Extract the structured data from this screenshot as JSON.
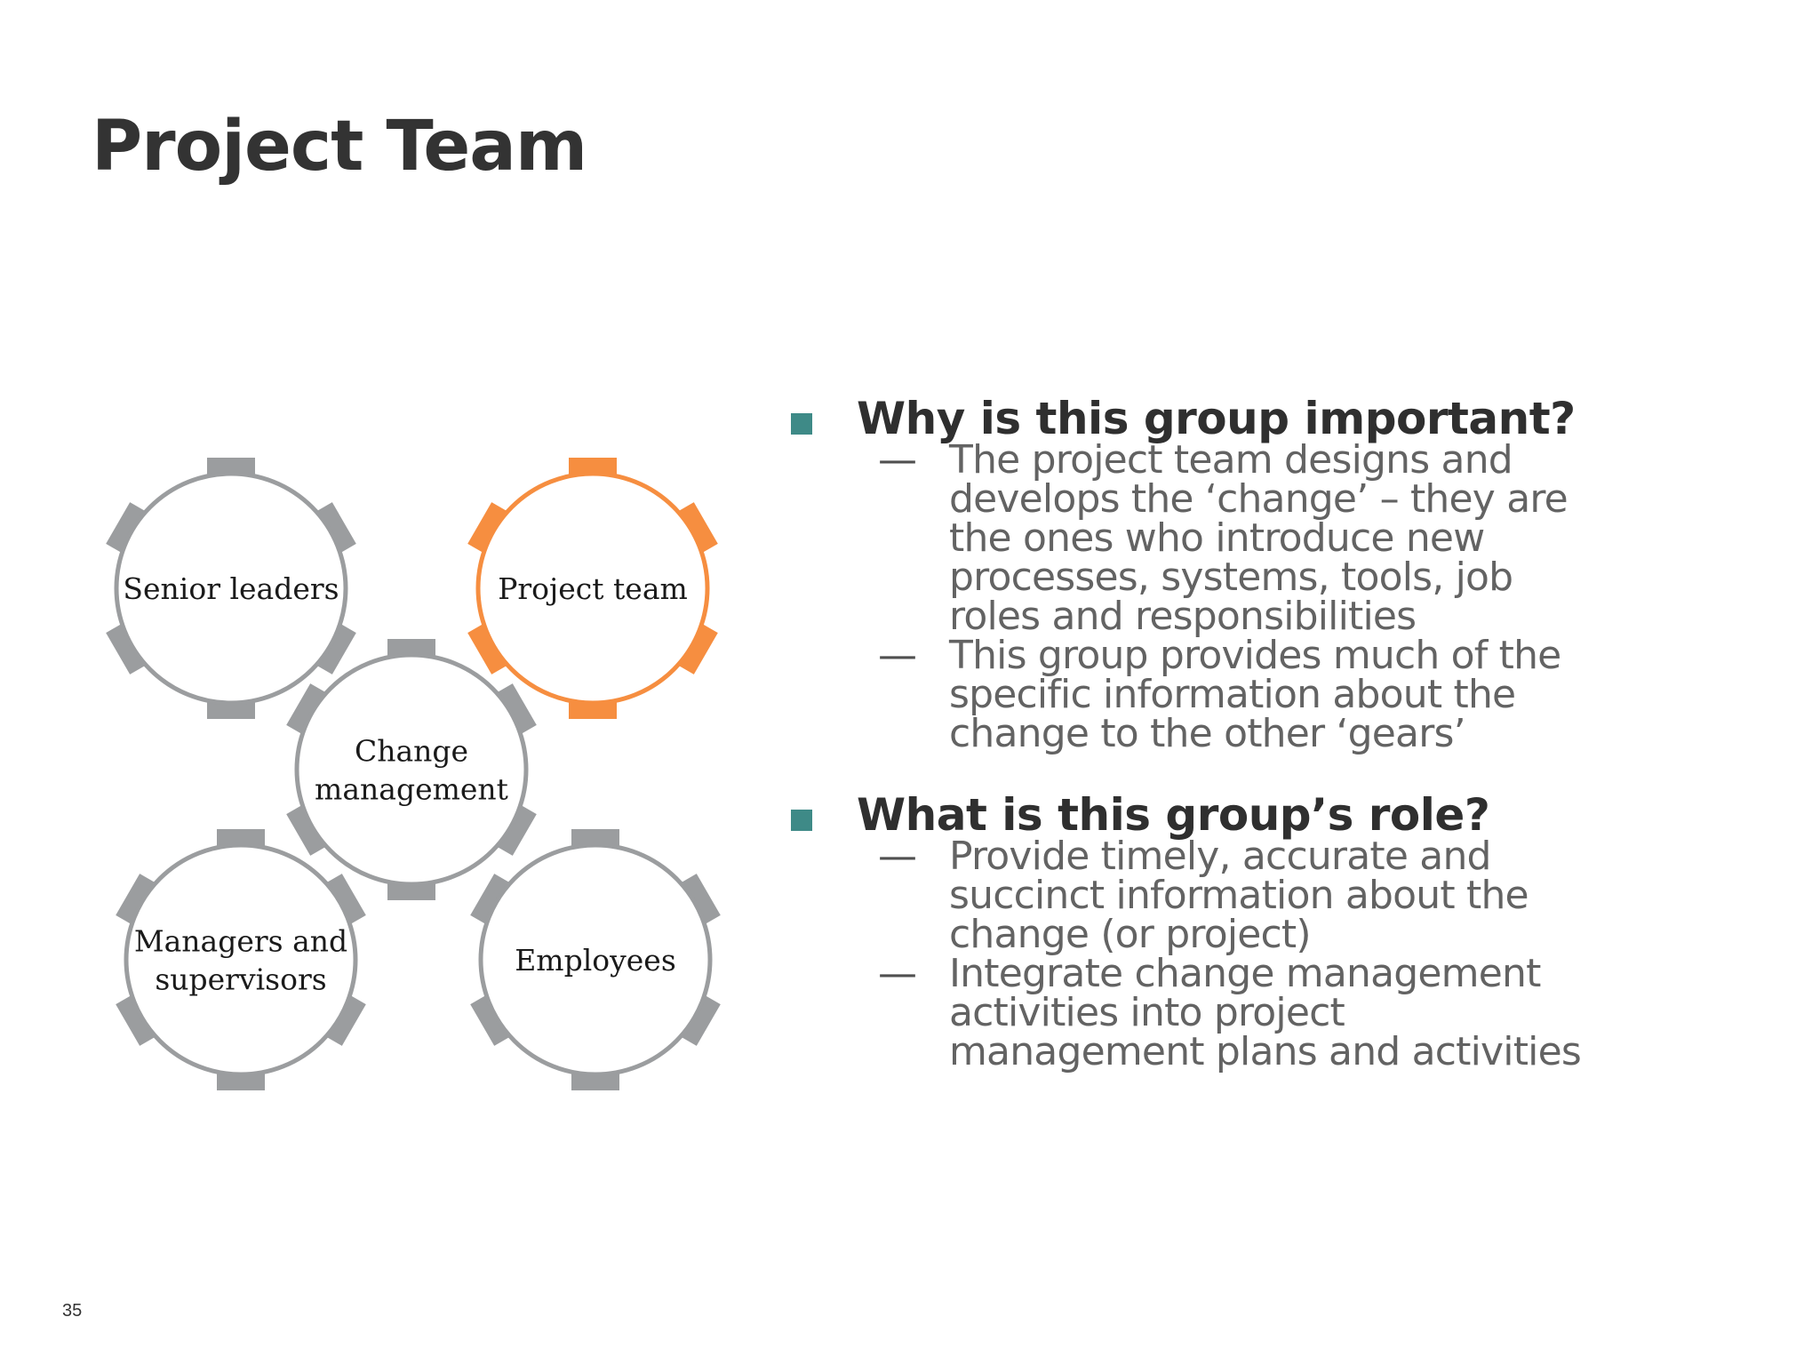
{
  "slide": {
    "title": "Project Team",
    "page_number": "35"
  },
  "colors": {
    "gear_default": "#9b9d9f",
    "gear_highlight": "#f68e40",
    "bullet": "#3e8a87",
    "heading_text": "#2f2f2f",
    "body_text": "#636363"
  },
  "gears": [
    {
      "id": "senior-leaders",
      "lines": [
        "Senior leaders"
      ],
      "highlighted": false
    },
    {
      "id": "project-team",
      "lines": [
        "Project team"
      ],
      "highlighted": true
    },
    {
      "id": "change-management",
      "lines": [
        "Change",
        "management"
      ],
      "highlighted": false
    },
    {
      "id": "managers-supervisors",
      "lines": [
        "Managers and",
        "supervisors"
      ],
      "highlighted": false
    },
    {
      "id": "employees",
      "lines": [
        "Employees"
      ],
      "highlighted": false
    }
  ],
  "sections": [
    {
      "heading": "Why is this group important?",
      "items": [
        "The project team designs and develops the ‘change’ – they are the ones who introduce new processes, systems, tools, job roles and responsibilities",
        "This group provides much of the specific information about the change to the other ‘gears’"
      ]
    },
    {
      "heading": "What is this group’s role?",
      "items": [
        "Provide timely, accurate and succinct information about the change (or project)",
        "Integrate change management activities into project management plans and activities"
      ]
    }
  ],
  "dash_symbol": "—"
}
